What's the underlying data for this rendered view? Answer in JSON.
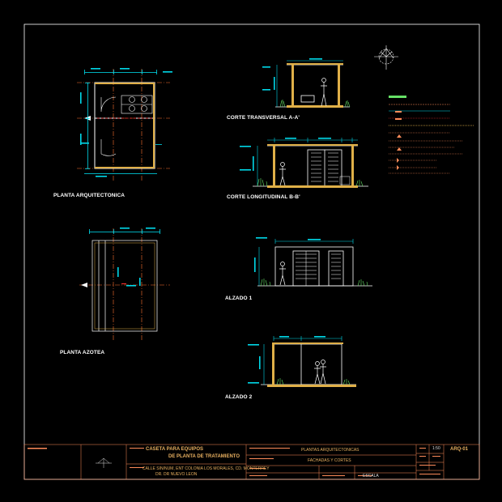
{
  "drawing": {
    "views": {
      "planta_arquitectonica": "PLANTA ARQUITECTONICA",
      "planta_azotea": "PLANTA AZOTEA",
      "corte_transversal": "CORTE TRANSVERSAL A-A'",
      "corte_longitudinal": "CORTE LONGITUDINAL B-B'",
      "alzado_1": "ALZADO 1",
      "alzado_2": "ALZADO 2"
    },
    "title_block": {
      "project_line1": "CASETA PARA EQUIPOS",
      "project_line2": "DE PLANTA DE TRATAMIENTO",
      "location_line1": "CALLE SIN/NUM, ENT COLONIA LOS MORALES, CD. MONTERREY",
      "location_line2": "DR. DR NUEVO LEON",
      "drawing_title": "PLANTAS ARQUITECTONICAS",
      "drawing_subtitle": "FACHADAS Y CORTES",
      "sheet_number": "ARQ-01",
      "scale_label": "ESCALA",
      "scale_value": "1:50"
    }
  },
  "colors": {
    "background": "#000000",
    "frame": "#ffffff",
    "dimension": "#00d8e8",
    "walls": "#ffffff",
    "axes": "#ff7030",
    "axis_dash": "#ff3030",
    "hatch": "#e0b048",
    "vegetation": "#66e066",
    "title_text": "#e8b060"
  },
  "icons": {
    "north": "north-arrow-icon",
    "human": "human-figure-icon",
    "shrub": "shrub-icon"
  }
}
